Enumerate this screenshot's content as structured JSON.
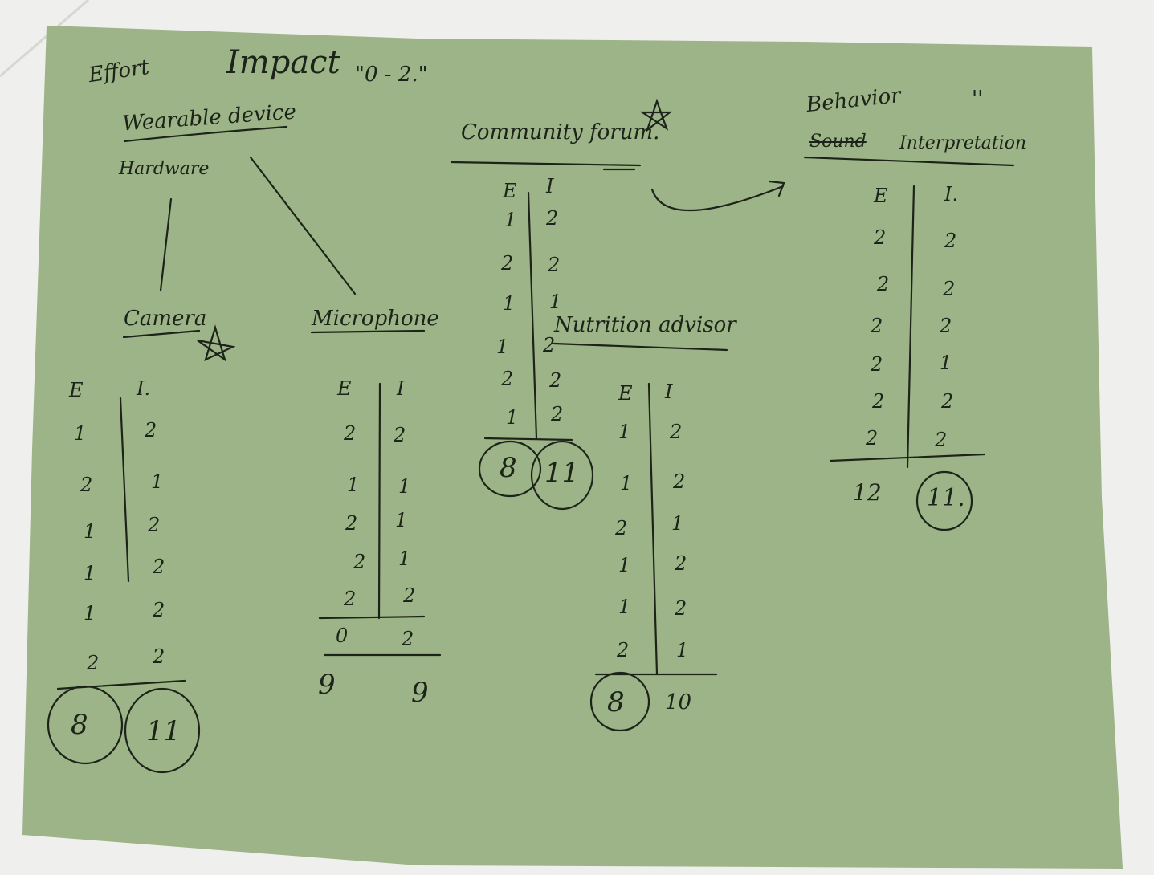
{
  "header": {
    "effort": "Effort",
    "impact": "Impact",
    "scale": "\"0 - 2.\""
  },
  "wearable": {
    "title": "Wearable device",
    "sub": "Hardware"
  },
  "camera": {
    "title": "Camera",
    "col_e": "E",
    "col_i": "I.",
    "rows": [
      [
        "1",
        "2"
      ],
      [
        "2",
        "1"
      ],
      [
        "1",
        "2"
      ],
      [
        "1",
        "2"
      ],
      [
        "1",
        "2"
      ],
      [
        "2",
        "2"
      ]
    ],
    "total_e": "8",
    "total_i": "11"
  },
  "microphone": {
    "title": "Microphone",
    "col_e": "E",
    "col_i": "I",
    "rows": [
      [
        "2",
        "2"
      ],
      [
        "1",
        "1"
      ],
      [
        "2",
        "1"
      ],
      [
        "2",
        "1"
      ],
      [
        "2",
        "2"
      ],
      [
        "0",
        "2"
      ]
    ],
    "total_e": "9",
    "total_i": "9"
  },
  "community": {
    "title": "Community forum.",
    "col_e": "E",
    "col_i": "I",
    "rows": [
      [
        "1",
        "2"
      ],
      [
        "2",
        "2"
      ],
      [
        "1",
        "1"
      ],
      [
        "1",
        "2"
      ],
      [
        "2",
        "2"
      ],
      [
        "1",
        "2"
      ]
    ],
    "total_e": "8",
    "total_i": "11"
  },
  "nutrition": {
    "title": "Nutrition advisor",
    "col_e": "E",
    "col_i": "I",
    "rows": [
      [
        "1",
        "2"
      ],
      [
        "1",
        "2"
      ],
      [
        "2",
        "1"
      ],
      [
        "1",
        "2"
      ],
      [
        "1",
        "2"
      ],
      [
        "2",
        "1"
      ]
    ],
    "total_e": "8",
    "total_i": "10"
  },
  "behavior": {
    "title": "Behavior",
    "struck": "Sound",
    "subtitle": "Interpretation",
    "col_e": "E",
    "col_i": "I.",
    "rows": [
      [
        "2",
        "2"
      ],
      [
        "2",
        "2"
      ],
      [
        "2",
        "2"
      ],
      [
        "2",
        "1"
      ],
      [
        "2",
        "2"
      ],
      [
        "2",
        "2"
      ]
    ],
    "total_e": "12",
    "total_i": "11."
  },
  "colors": {
    "paper": "#9cb487",
    "ink": "#1c2318",
    "background": "#efefed"
  }
}
